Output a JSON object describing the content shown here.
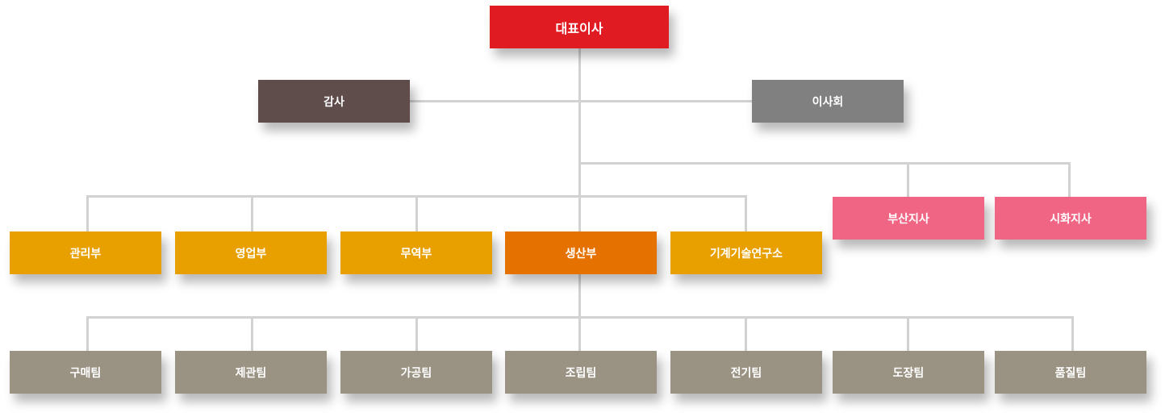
{
  "ceo": "대표이사",
  "audit": "감사",
  "board": "이사회",
  "branches": [
    "부산지사",
    "시화지사"
  ],
  "departments": [
    "관리부",
    "영업부",
    "무역부",
    "생산부",
    "기계기술연구소"
  ],
  "teams": [
    "구매팀",
    "제관팀",
    "가공팀",
    "조립팀",
    "전기팀",
    "도장팀",
    "품질팀"
  ],
  "colors": {
    "ceo": "#e01b22",
    "audit": "#5f4d4b",
    "board": "#808080",
    "branch": "#f06584",
    "department": "#e8a000",
    "department_highlight": "#e57200",
    "team": "#9a9282",
    "connector": "#d2d2d2"
  }
}
